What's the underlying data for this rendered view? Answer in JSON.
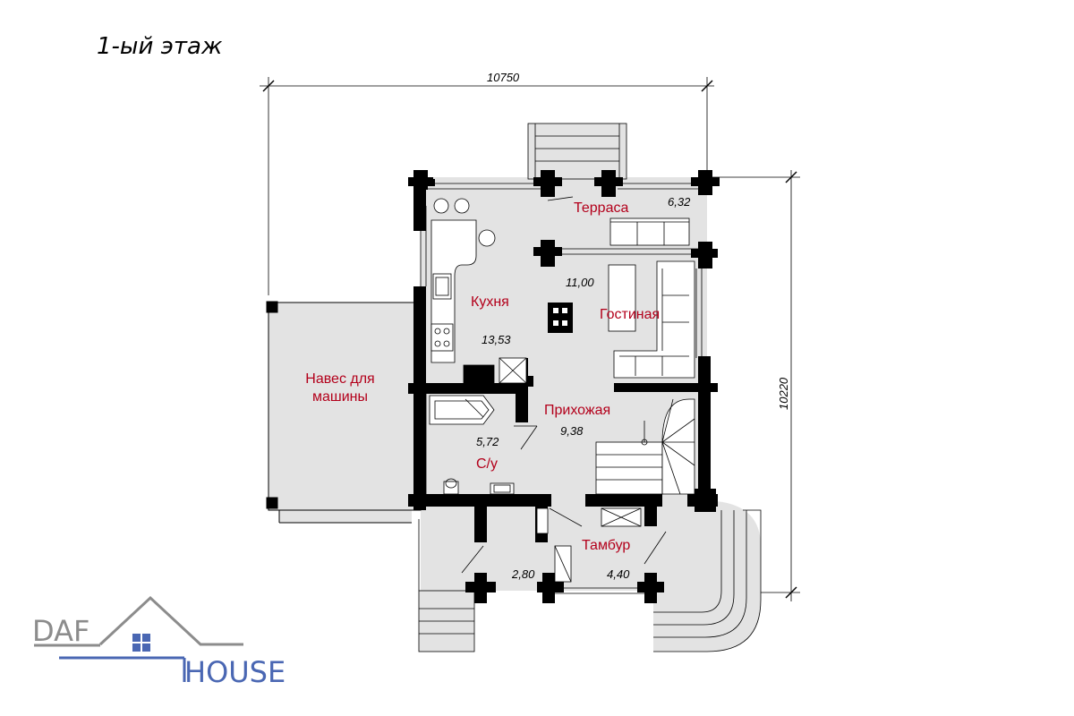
{
  "title": "1-ый этаж",
  "dimensions": {
    "width": "10750",
    "depth": "10220"
  },
  "rooms": [
    {
      "name": "Терраса",
      "area": "6,32"
    },
    {
      "name": "Гостиная",
      "area": "11,00"
    },
    {
      "name": "Кухня",
      "area": "13,53"
    },
    {
      "name": "Прихожая",
      "area": "9,38"
    },
    {
      "name": "С/у",
      "area": "5,72"
    },
    {
      "name": "Тамбур",
      "area": "4,40"
    },
    {
      "name": "",
      "area": "2,80"
    },
    {
      "name": "Навес для машины",
      "name_line1": "Навес для",
      "name_line2": "машины",
      "area": ""
    }
  ],
  "logo": {
    "word1": "DAF",
    "word2": "HOUSE"
  },
  "colors": {
    "room_label": "#b3001b",
    "floor": "#e3e3e3",
    "wall": "#000000",
    "logo_grey": "#8c8c8c",
    "logo_blue": "#4a67b3"
  }
}
